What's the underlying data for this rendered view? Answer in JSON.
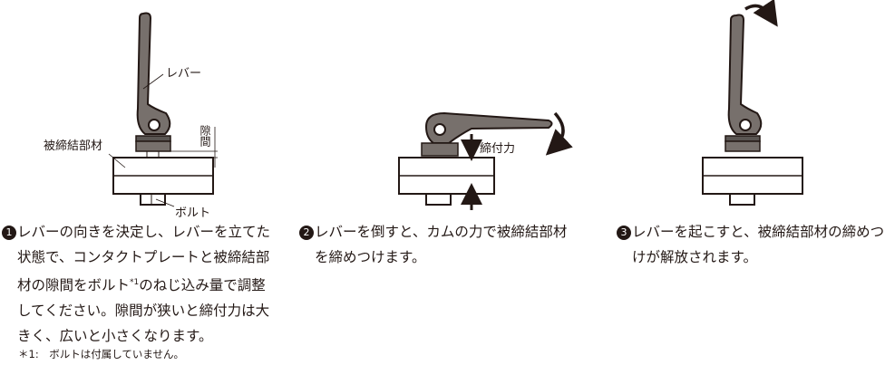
{
  "labels": {
    "lever": "レバー",
    "workpiece": "被締結部材",
    "gap": "隙間",
    "bolt": "ボルト",
    "clamp_force": "締付力"
  },
  "steps": [
    {
      "number": "1",
      "lines": [
        "レバーの向きを決定し、レバーを立てた",
        "状態で、コンタクトプレートと被締結部",
        "材の隙間をボルト",
        "のねじ込み量で調整",
        "してください。隙間が狭いと締付力は大",
        "きく、広いと小さくなります。"
      ],
      "footnote_ref": "*1"
    },
    {
      "number": "2",
      "lines": [
        "レバーを倒すと、カムの力で被締結部材",
        "を締めつけます。"
      ]
    },
    {
      "number": "3",
      "lines": [
        "レバーを起こすと、被締結部材の締めつ",
        "けが解放されます。"
      ]
    }
  ],
  "footnote": "＊1:　ボルトは付属していません。",
  "colors": {
    "lever": "#77706c",
    "outline": "#231815",
    "plate": "#5a5552"
  }
}
